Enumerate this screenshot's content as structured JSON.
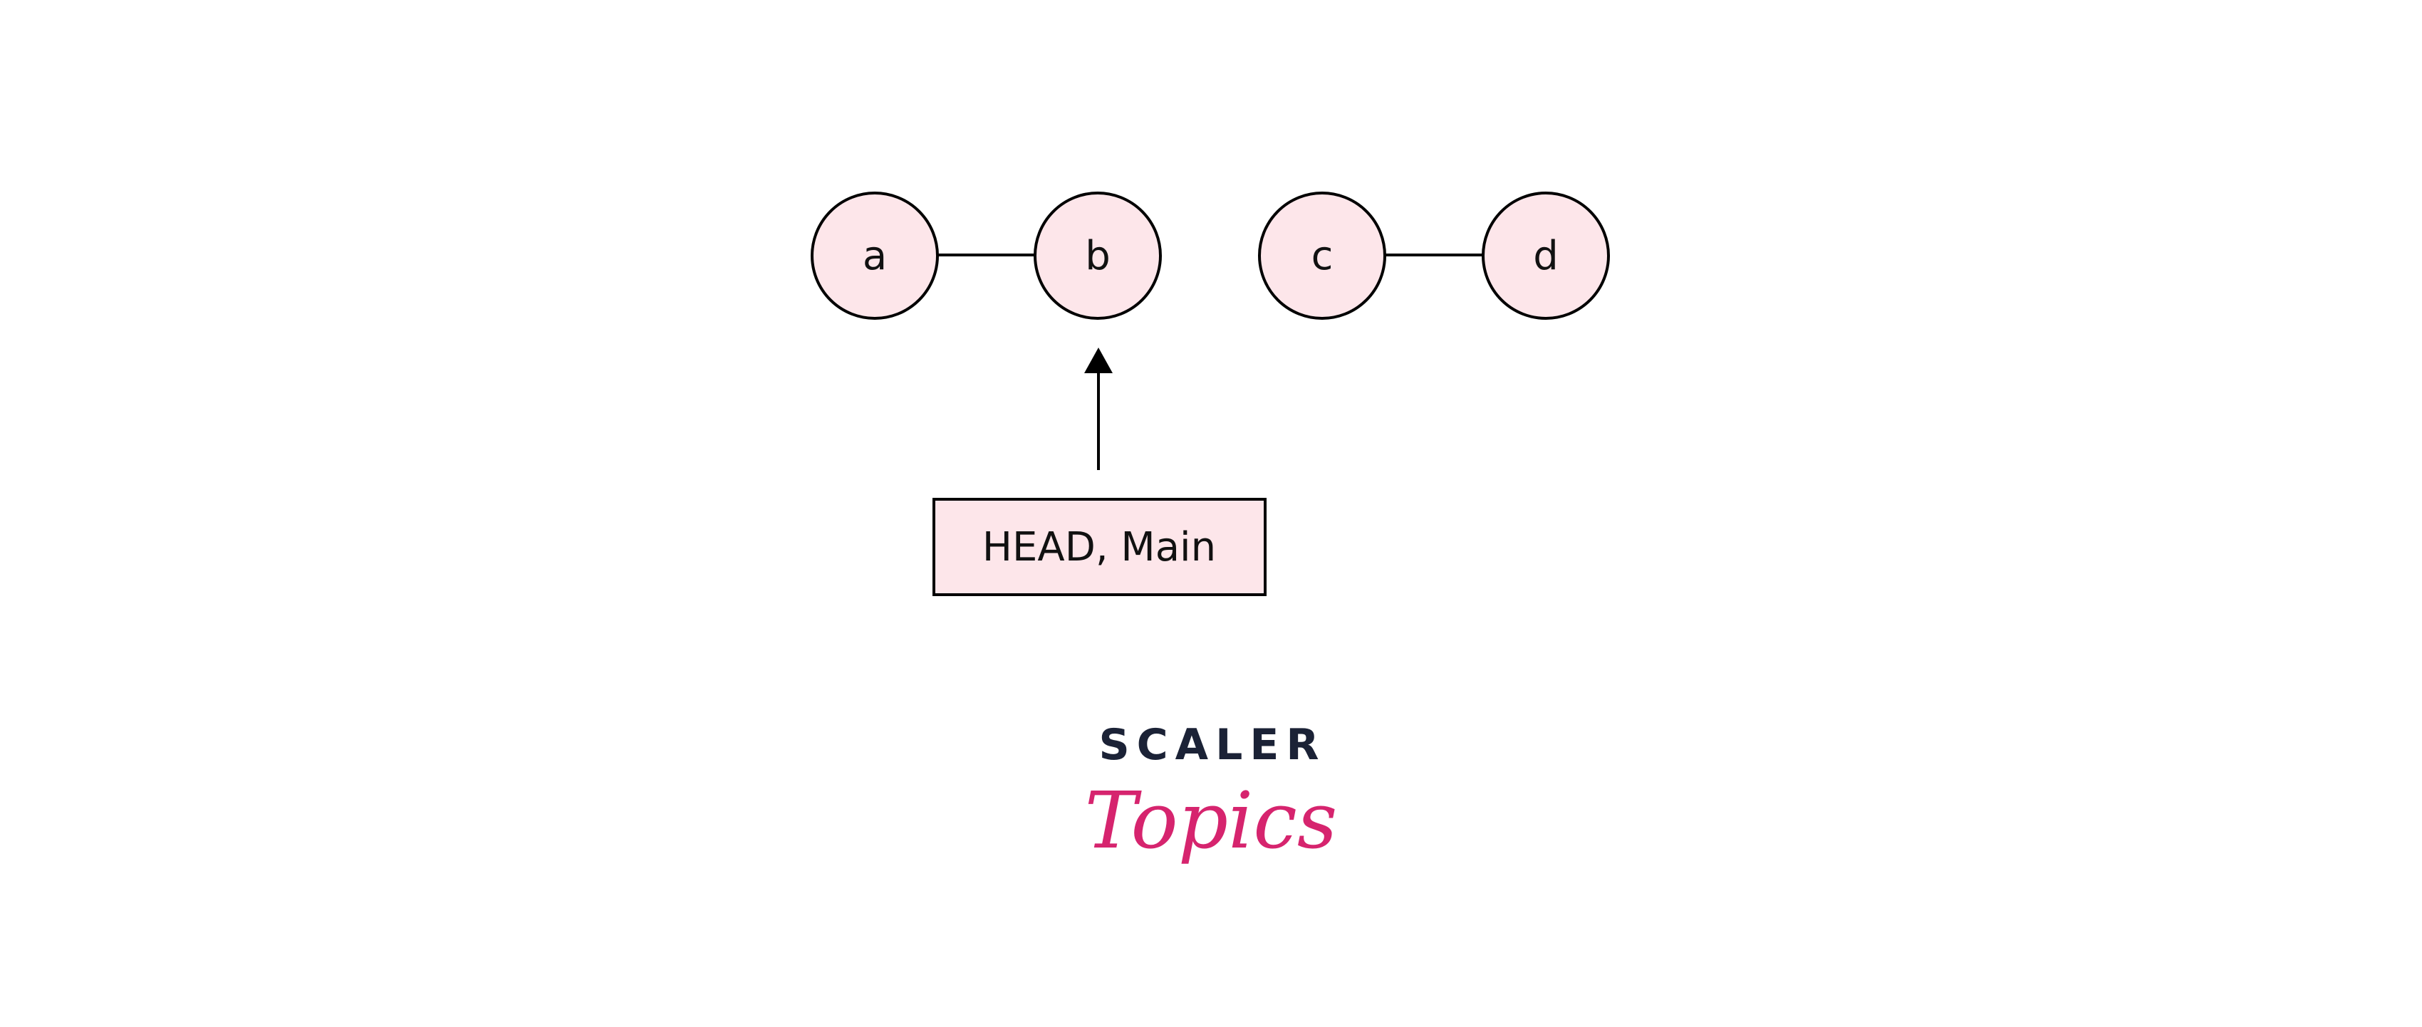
{
  "diagram": {
    "nodes": [
      {
        "id": "a",
        "label": "a"
      },
      {
        "id": "b",
        "label": "b"
      },
      {
        "id": "c",
        "label": "c"
      },
      {
        "id": "d",
        "label": "d"
      }
    ],
    "edges": [
      [
        "a",
        "b"
      ],
      [
        "c",
        "d"
      ]
    ],
    "pointer": {
      "label": "HEAD, Main",
      "target": "b"
    },
    "colors": {
      "node_fill": "#fde6ea",
      "stroke": "#000000",
      "brand_pink": "#d6246e",
      "brand_dark": "#1b2236"
    }
  },
  "logo": {
    "top": "SCALER",
    "bottom": "Topics"
  }
}
